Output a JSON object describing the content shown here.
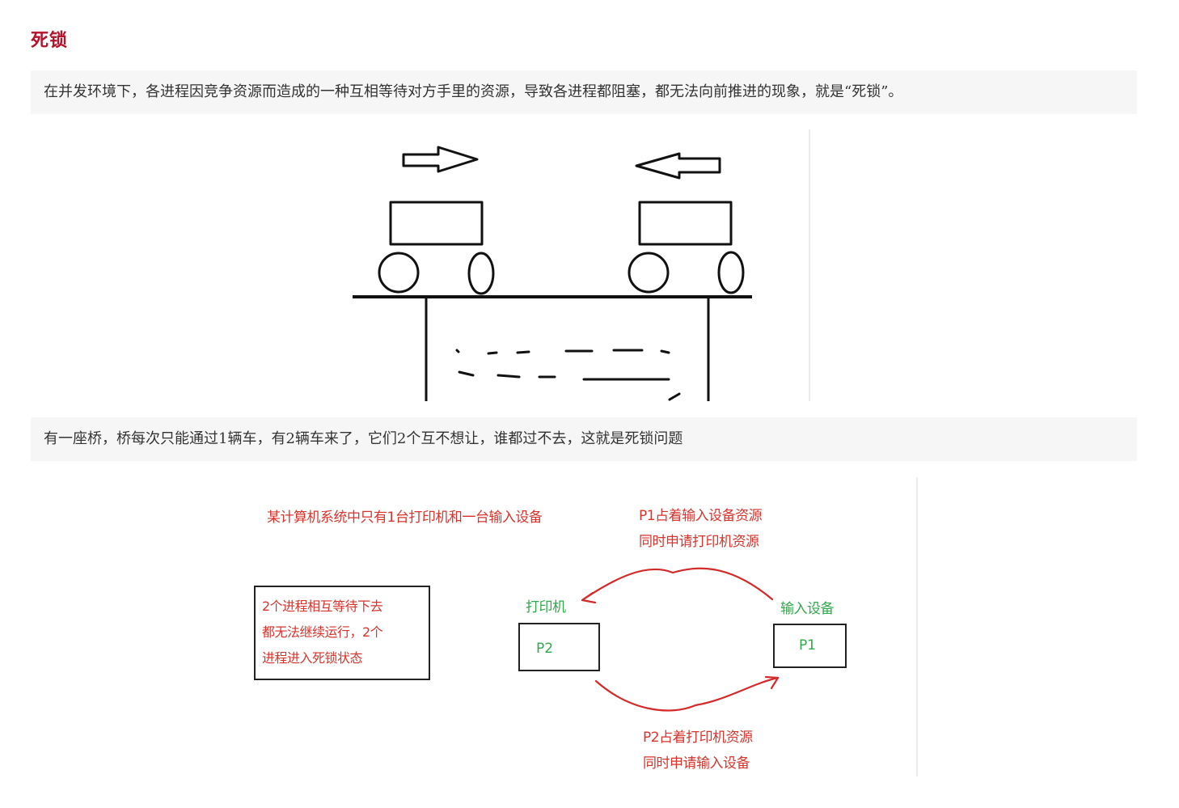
{
  "page": {
    "heading": "死锁",
    "definition": "在并发环境下，各进程因竞争资源而造成的一种互相等待对方手里的资源，导致各进程都阻塞，都无法向前推进的现象，就是“死锁”。",
    "bridge_caption": "有一座桥，桥每次只能通过1辆车，有2辆车来了，它们2个互不想让，谁都过不去，这就是死锁问题"
  },
  "diagram": {
    "system_note": "某计算机系统中只有1台打印机和一台输入设备",
    "p1_note_line1": "P1占着输入设备资源",
    "p1_note_line2": "同时申请打印机资源",
    "p2_note_line1": "P2占着打印机资源",
    "p2_note_line2": "同时申请输入设备",
    "deadlock_box_line1": "2个进程相互等待下去",
    "deadlock_box_line2": "都无法继续运行，2个",
    "deadlock_box_line3": "进程进入死锁状态",
    "printer_label": "打印机",
    "input_device_label": "输入设备",
    "p2_label": "P2",
    "p1_label": "P1",
    "colors": {
      "red": "#d9332c",
      "green": "#2faa4a",
      "heading": "#b3132b"
    }
  }
}
